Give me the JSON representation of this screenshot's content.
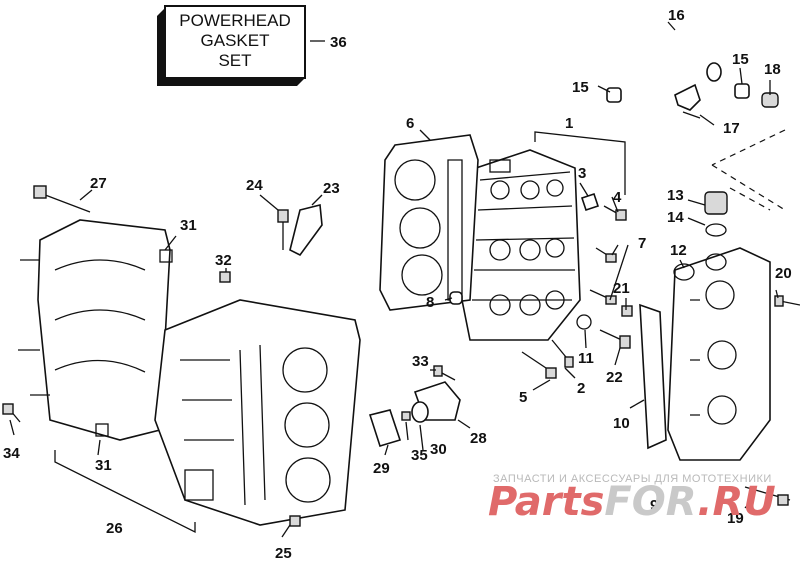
{
  "gasket_set_box": {
    "line1": "POWERHEAD",
    "line2": "GASKET",
    "line3": "SET"
  },
  "callouts": [
    "1",
    "2",
    "3",
    "4",
    "5",
    "6",
    "7",
    "8",
    "9",
    "10",
    "11",
    "12",
    "13",
    "14",
    "15",
    "15",
    "16",
    "17",
    "18",
    "19",
    "20",
    "21",
    "22",
    "23",
    "24",
    "25",
    "26",
    "27",
    "28",
    "29",
    "30",
    "31",
    "31",
    "32",
    "33",
    "34",
    "35",
    "36"
  ],
  "watermark": {
    "caption": "ЗАПЧАСТИ И АКСЕССУАРЫ ДЛЯ МОТОТЕХНИКИ",
    "logo_part1": "Parts",
    "logo_part2": "FOR",
    "logo_part3": ".RU",
    "logo_color": "#e06a6a"
  }
}
